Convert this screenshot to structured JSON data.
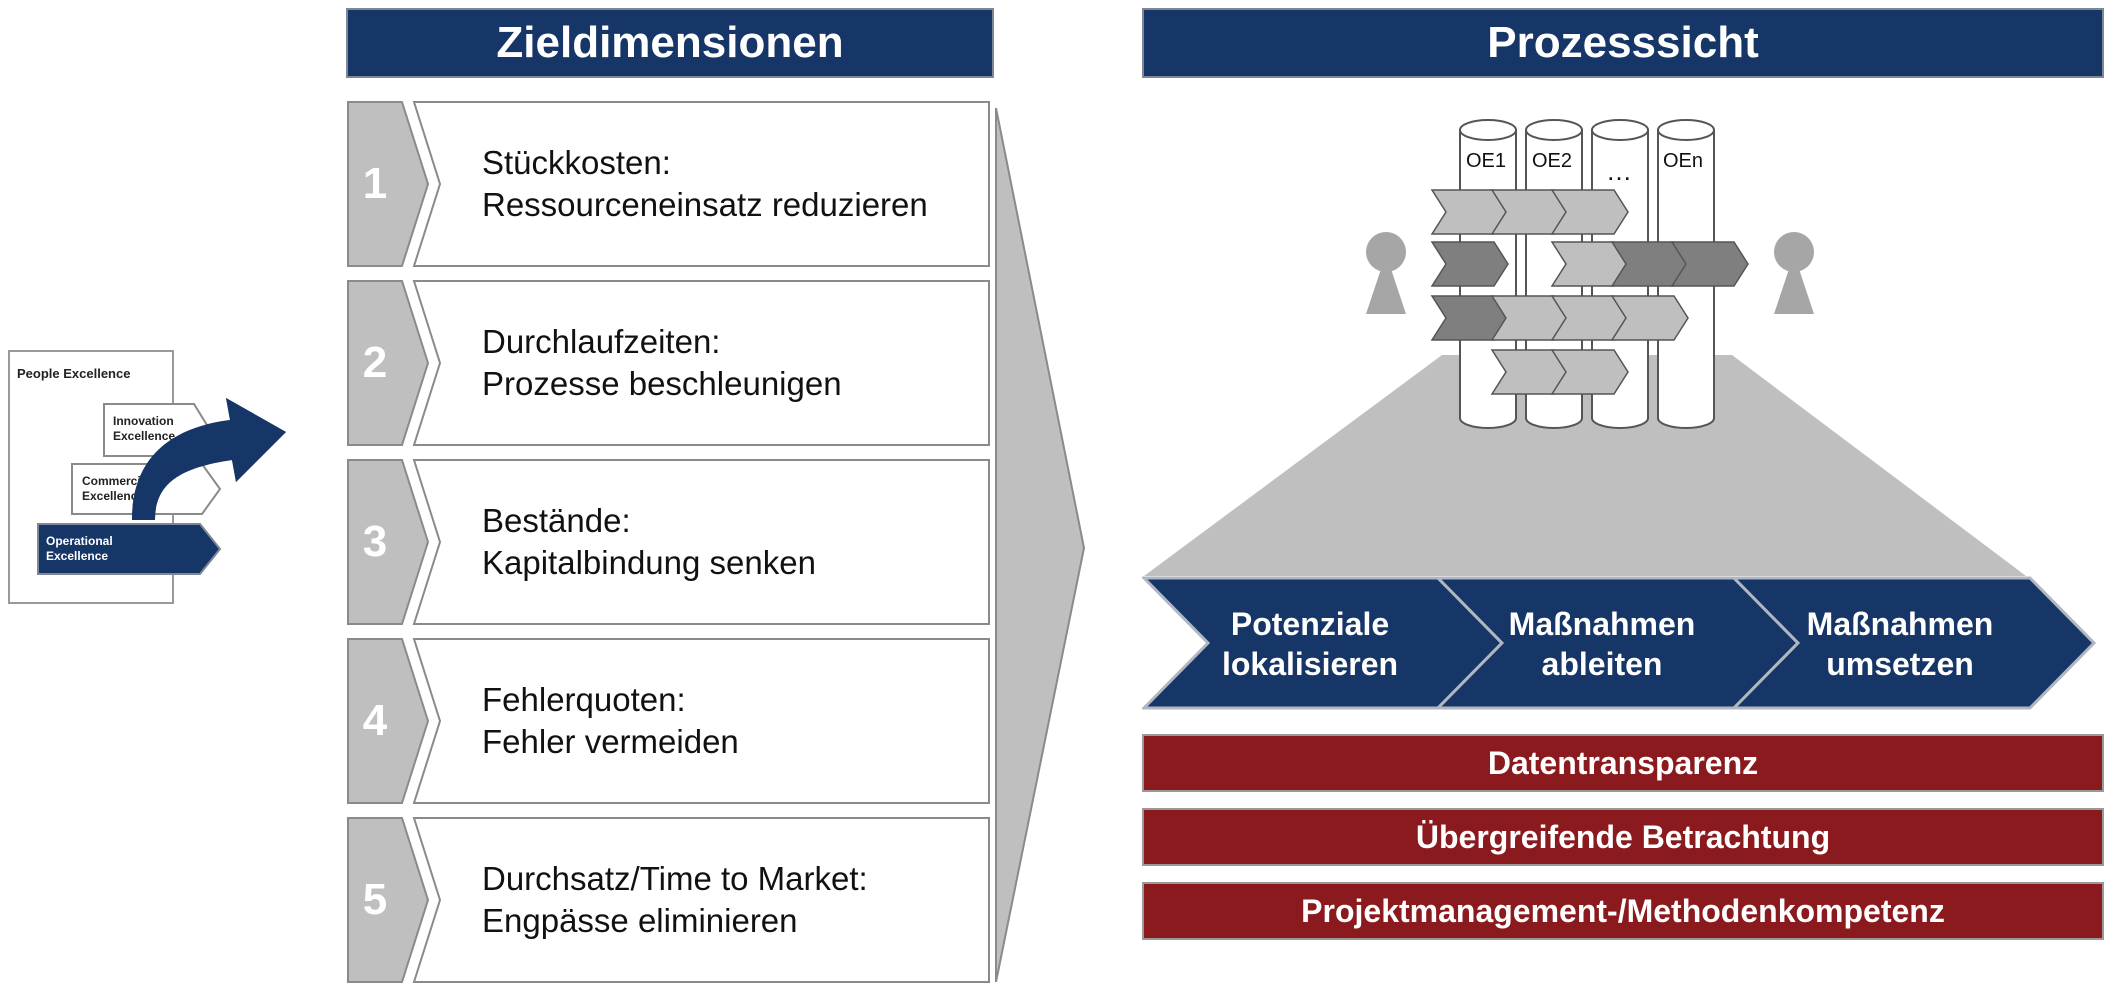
{
  "left_nav": {
    "box_title": "People Excellence",
    "items": [
      {
        "label_line1": "Innovation",
        "label_line2": "Excellence"
      },
      {
        "label_line1": "Commercial",
        "label_line2": "Excellence"
      },
      {
        "label_line1": "Operational",
        "label_line2": "Excellence"
      }
    ]
  },
  "left_panel": {
    "header": "Zieldimensionen",
    "goals": [
      {
        "number": "1",
        "line1": "Stückkosten:",
        "line2": "Ressourceneinsatz reduzieren"
      },
      {
        "number": "2",
        "line1": "Durchlaufzeiten:",
        "line2": "Prozesse beschleunigen"
      },
      {
        "number": "3",
        "line1": "Bestände:",
        "line2": "Kapitalbindung senken"
      },
      {
        "number": "4",
        "line1": "Fehlerquoten:",
        "line2": "Fehler vermeiden"
      },
      {
        "number": "5",
        "line1": "Durchsatz/Time to Market:",
        "line2": "Engpässe eliminieren"
      }
    ]
  },
  "right_panel": {
    "header": "Prozesssicht",
    "org_units": [
      "OE1",
      "OE2",
      "…",
      "OEn"
    ],
    "steps": [
      {
        "line1": "Potenziale",
        "line2": "lokalisieren"
      },
      {
        "line1": "Maßnahmen",
        "line2": "ableiten"
      },
      {
        "line1": "Maßnahmen",
        "line2": "umsetzen"
      }
    ],
    "bars": [
      "Datentransparenz",
      "Übergreifende Betrachtung",
      "Projektmanagement-/Methodenkompetenz"
    ]
  },
  "colors": {
    "navy": "#163667",
    "red": "#8b1a1e",
    "grey_light": "#bfbfbf",
    "grey_mid": "#a6a6a6",
    "grey_dark": "#7f7f7f"
  }
}
